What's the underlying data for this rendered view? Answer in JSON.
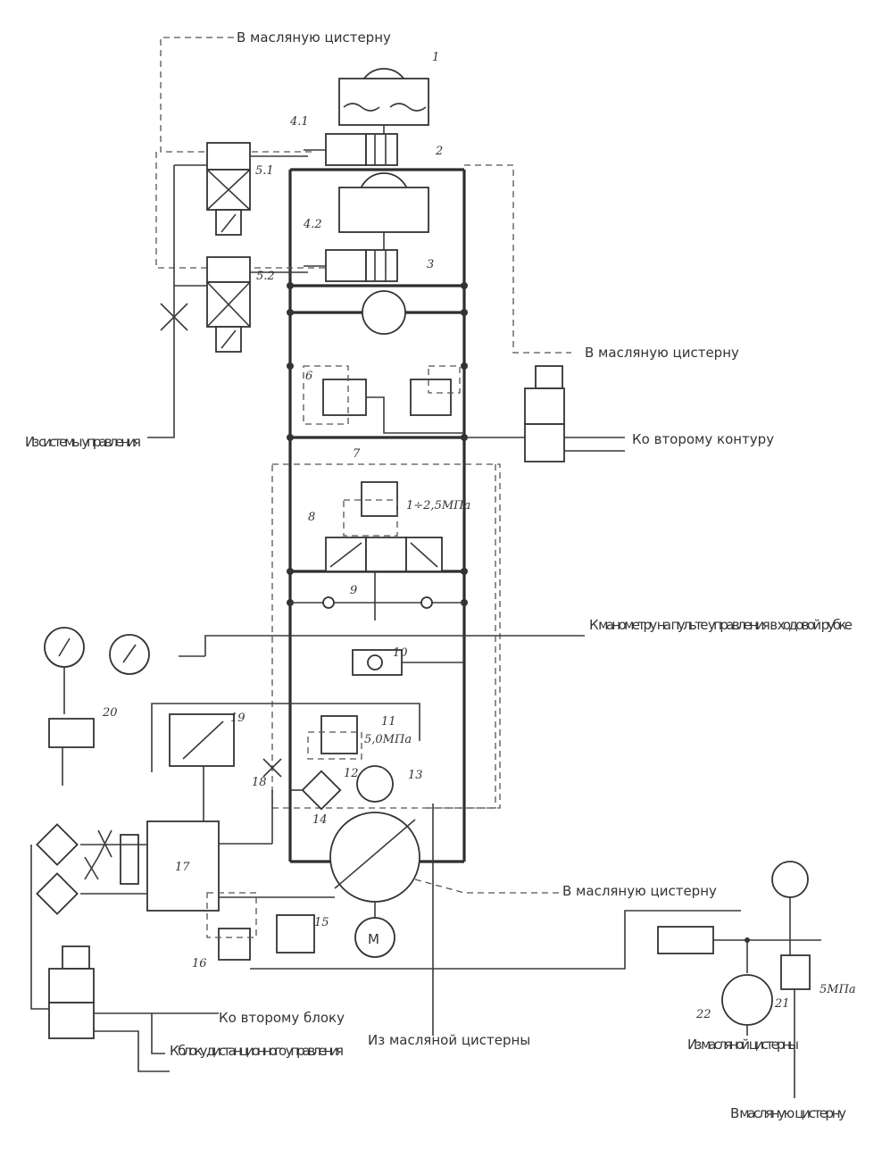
{
  "labels": {
    "to_oil_tank_top": "В масляную цистерну",
    "to_oil_tank_right": "В масляную цистерну",
    "to_oil_tank_bottom": "В масляную цистерну",
    "to_oil_tank_far_right": "В масляную цистерну",
    "from_control_system": "Из системы управления",
    "to_second_circuit": "Ко второму контуру",
    "to_manometer": "К манометру на пульте управления в ходовой рубке",
    "to_second_block": "Ко второму блоку",
    "to_remote_block": "К блоку дистанционного управления",
    "from_oil_tank": "Из масляной цистерны",
    "from_oil_tank_right": "Из масляной цистерны",
    "pressure_1": "1÷2,5МПа",
    "pressure_2": "5,0МПа",
    "pressure_3": "5МПа",
    "motor": "M"
  },
  "numbers": {
    "n1": "1",
    "n41": "4.1",
    "n42": "4.2",
    "n2": "2",
    "n3": "3",
    "n51": "5.1",
    "n52": "5.2",
    "n6": "6",
    "n7": "7",
    "n8": "8",
    "n9": "9",
    "n10": "10",
    "n11": "11",
    "n12": "12",
    "n13": "13",
    "n14": "14",
    "n15": "15",
    "n16": "16",
    "n17": "17",
    "n18": "18",
    "n19": "19",
    "n20": "20",
    "n21": "21",
    "n22": "22"
  }
}
